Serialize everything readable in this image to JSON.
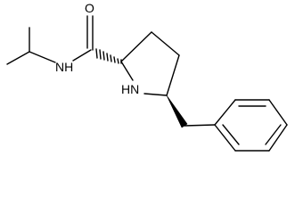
{
  "molecule": {
    "atom_labels": {
      "oxygen": "O",
      "amide_nitrogen": "NH",
      "ring_nitrogen": "HN"
    },
    "bond_color": "#000000"
  }
}
